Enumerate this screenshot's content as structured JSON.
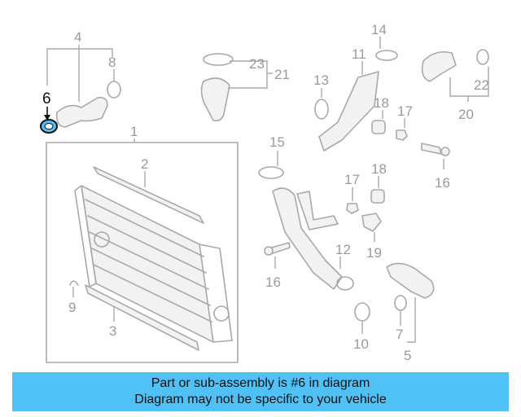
{
  "callouts": {
    "c1": "1",
    "c2": "2",
    "c3": "3",
    "c4": "4",
    "c5": "5",
    "c6": "6",
    "c7": "7",
    "c8": "8",
    "c9": "9",
    "c10": "10",
    "c11": "11",
    "c12": "12",
    "c13": "13",
    "c14": "14",
    "c15": "15",
    "c16a": "16",
    "c16b": "16",
    "c17a": "17",
    "c17b": "17",
    "c18a": "18",
    "c18b": "18",
    "c19": "19",
    "c20": "20",
    "c21": "21",
    "c22": "22",
    "c23": "23"
  },
  "highlight_part": "6",
  "colors": {
    "banner": "#4fc1f5",
    "highlight": "#4fc1f5",
    "parts": "#a9a9a9"
  },
  "banner": {
    "line1": "Part or sub-assembly is #6 in diagram",
    "line2": "Diagram may not be specific to your vehicle"
  }
}
